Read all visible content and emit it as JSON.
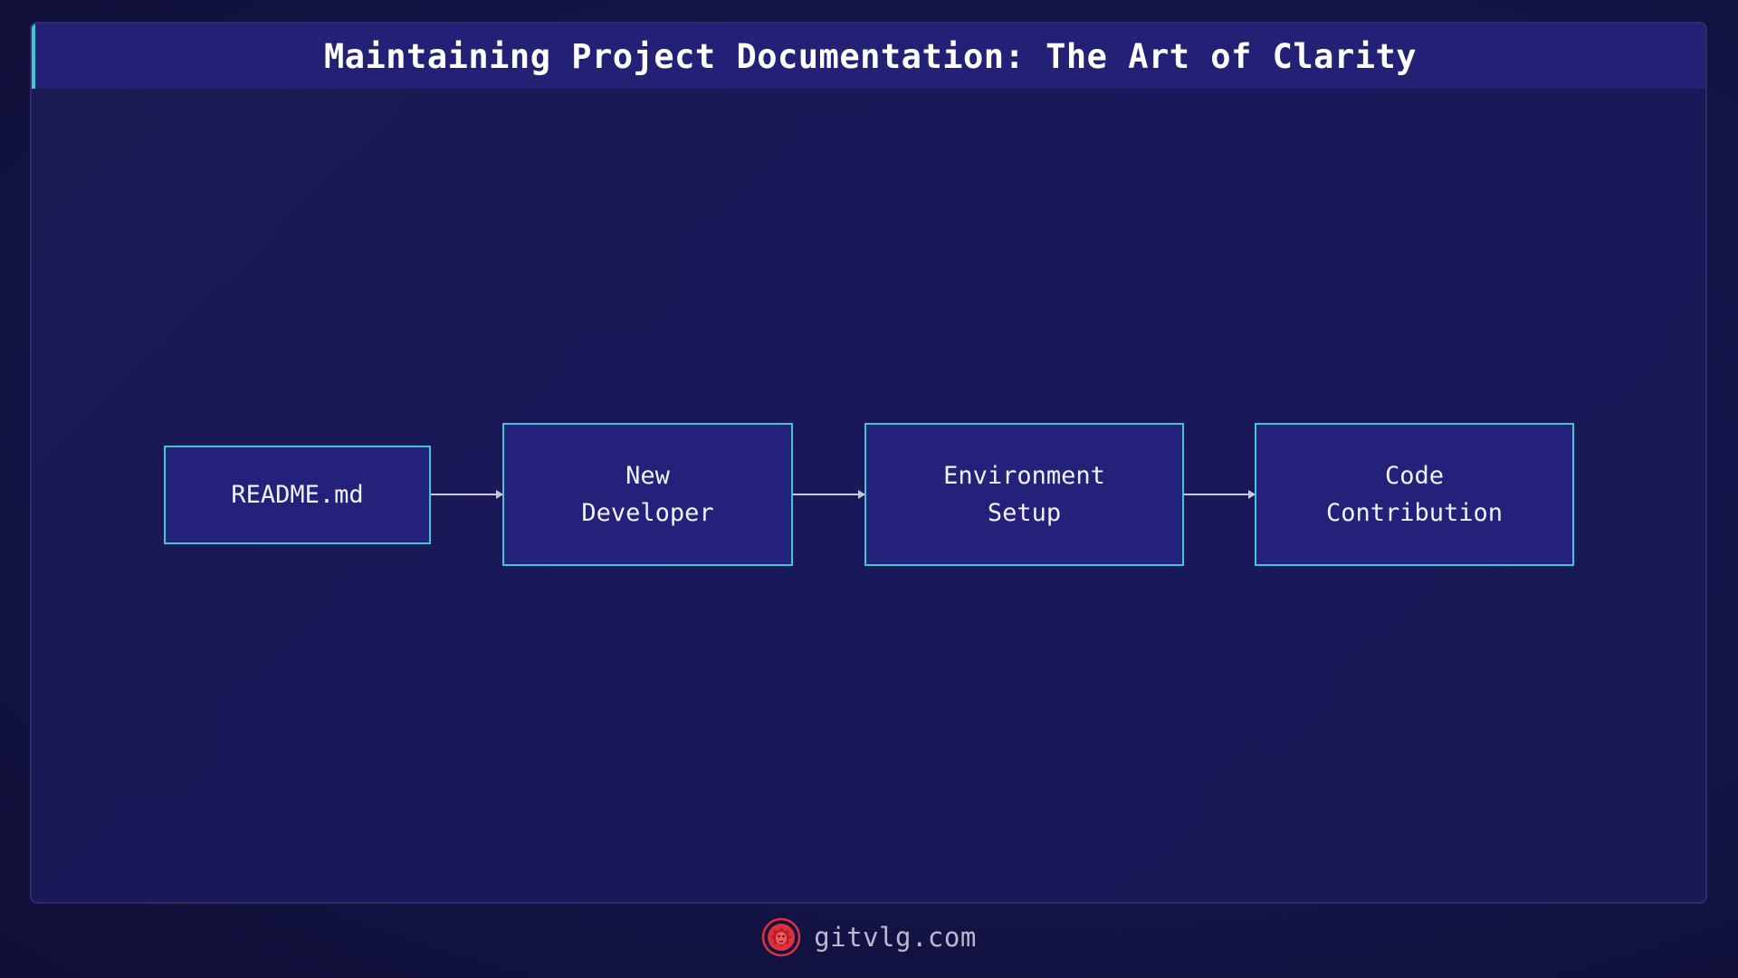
{
  "title": "Maintaining Project Documentation: The Art of Clarity",
  "nodes": [
    {
      "label": "README.md"
    },
    {
      "label": "New\nDeveloper"
    },
    {
      "label": "Environment\nSetup"
    },
    {
      "label": "Code\nContribution"
    }
  ],
  "footer": {
    "site": "gitvlg.com",
    "logo_icon": "lion-head-logo-icon"
  },
  "colors": {
    "accent": "#3cc8d4",
    "node_fill": "#23217a",
    "title_bar": "#232175",
    "logo": "#e0303c"
  }
}
